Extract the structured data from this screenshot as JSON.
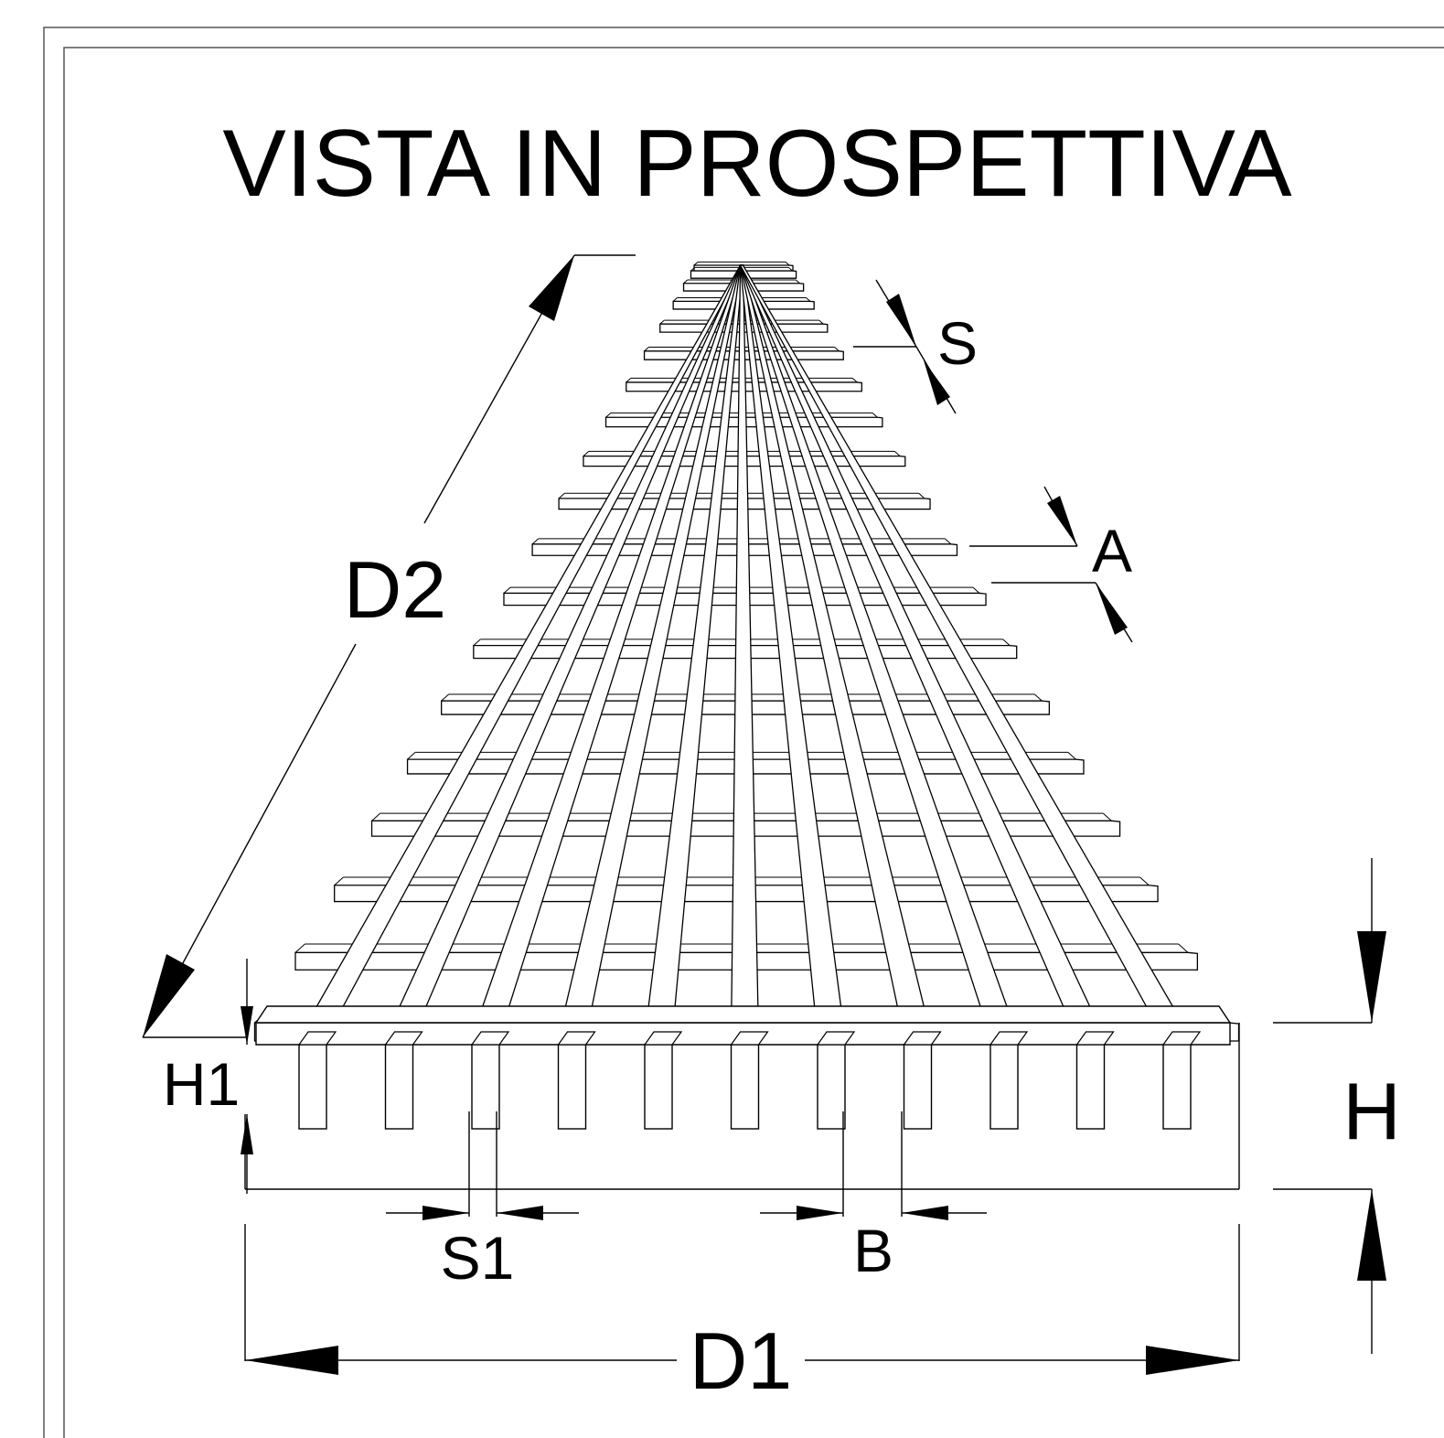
{
  "title": "VISTA IN PROSPETTIVA",
  "labels": {
    "d1": "D1",
    "d2": "D2",
    "h": "H",
    "h1": "H1",
    "s": "S",
    "s1": "S1",
    "a": "A",
    "b": "B"
  },
  "grating": {
    "bearing_bars": 11,
    "cross_bars": 19
  },
  "colors": {
    "line": "#000000",
    "background": "#ffffff",
    "frame": "#555555"
  }
}
